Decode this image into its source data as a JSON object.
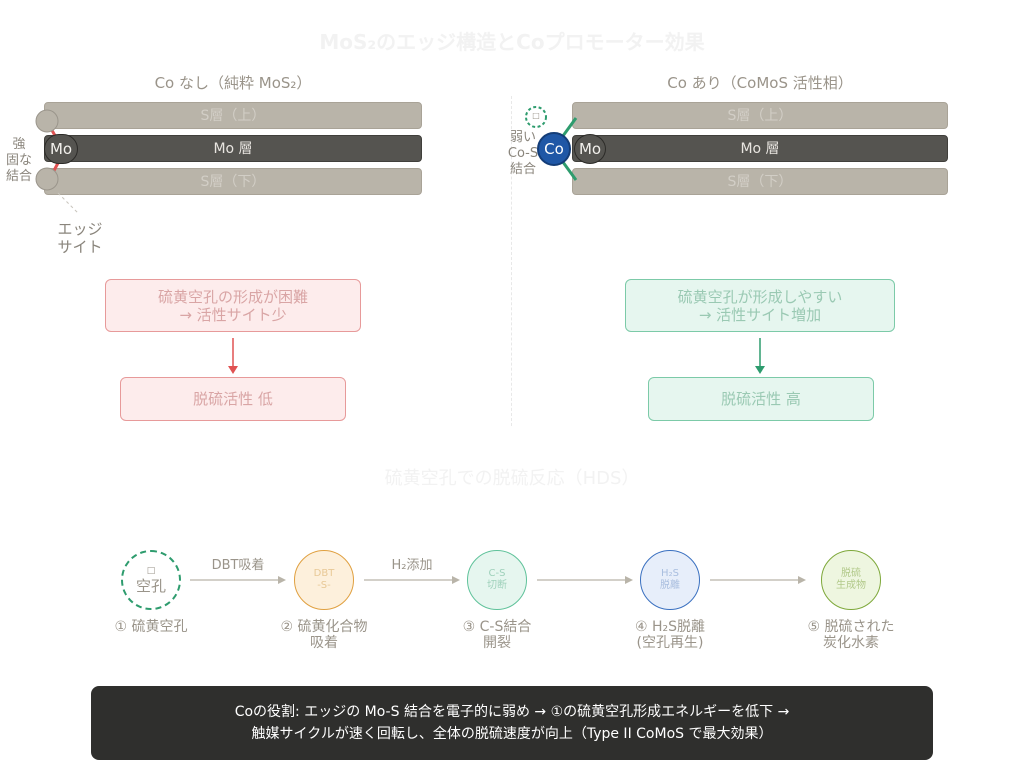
{
  "title": "MoS₂のエッジ構造とCoプロモーター効果",
  "left": {
    "subtitle": "Co なし（純粋 MoS₂）",
    "s_top": "S層（上）",
    "mo": "Mo 層",
    "s_bottom": "S層（下）",
    "mo_atom": "Mo",
    "bond_label": [
      "強",
      "固な",
      "結合"
    ],
    "edge_label": [
      "エッジ",
      "サイト"
    ],
    "box1": [
      "硫黄空孔の形成が困難",
      "→ 活性サイト少"
    ],
    "box2": "脱硫活性 低"
  },
  "right": {
    "subtitle": "Co あり（CoMoS 活性相）",
    "s_top": "S層（上）",
    "mo": "Mo 層",
    "s_bottom": "S層（下）",
    "co_atom": "Co",
    "mo_atom": "Mo",
    "vacancy_mark": "□",
    "bond_label": [
      "弱い",
      "Co-S",
      "結合"
    ],
    "box1": [
      "硫黄空孔が形成しやすい",
      "→ 活性サイト増加"
    ],
    "box2": "脱硫活性 高"
  },
  "cycle": {
    "title": "硫黄空孔での脱硫反応（HDS）",
    "steps": [
      {
        "circle": [
          "□",
          "空孔"
        ],
        "label": [
          "① 硫黄空孔"
        ]
      },
      {
        "circle": [
          "DBT",
          "-S-"
        ],
        "label": [
          "② 硫黄化合物",
          "吸着"
        ]
      },
      {
        "circle": [
          "C-S",
          "切断"
        ],
        "label": [
          "③ C-S結合",
          "開裂"
        ]
      },
      {
        "circle": [
          "H₂S",
          "脱離"
        ],
        "label": [
          "④ H₂S脱離",
          "(空孔再生)"
        ]
      },
      {
        "circle": [
          "脱硫",
          "生成物"
        ],
        "label": [
          "⑤ 脱硫された",
          "炭化水素"
        ]
      }
    ],
    "arrows": [
      "DBT吸着",
      "H₂添加",
      "",
      ""
    ]
  },
  "note": [
    "Coの役割: エッジの Mo-S 結合を電子的に弱め → ①の硫黄空孔形成エネルギーを低下 →",
    "触媒サイクルが速く回転し、全体の脱硫速度が向上（Type II CoMoS で最大効果）"
  ],
  "colors": {
    "green": "#2e9c6e",
    "red": "#e05252",
    "co_blue": "#1f57a6",
    "orange": "#e0a040",
    "blue_light": "#8ab0e0",
    "olive": "#7ea83a"
  }
}
